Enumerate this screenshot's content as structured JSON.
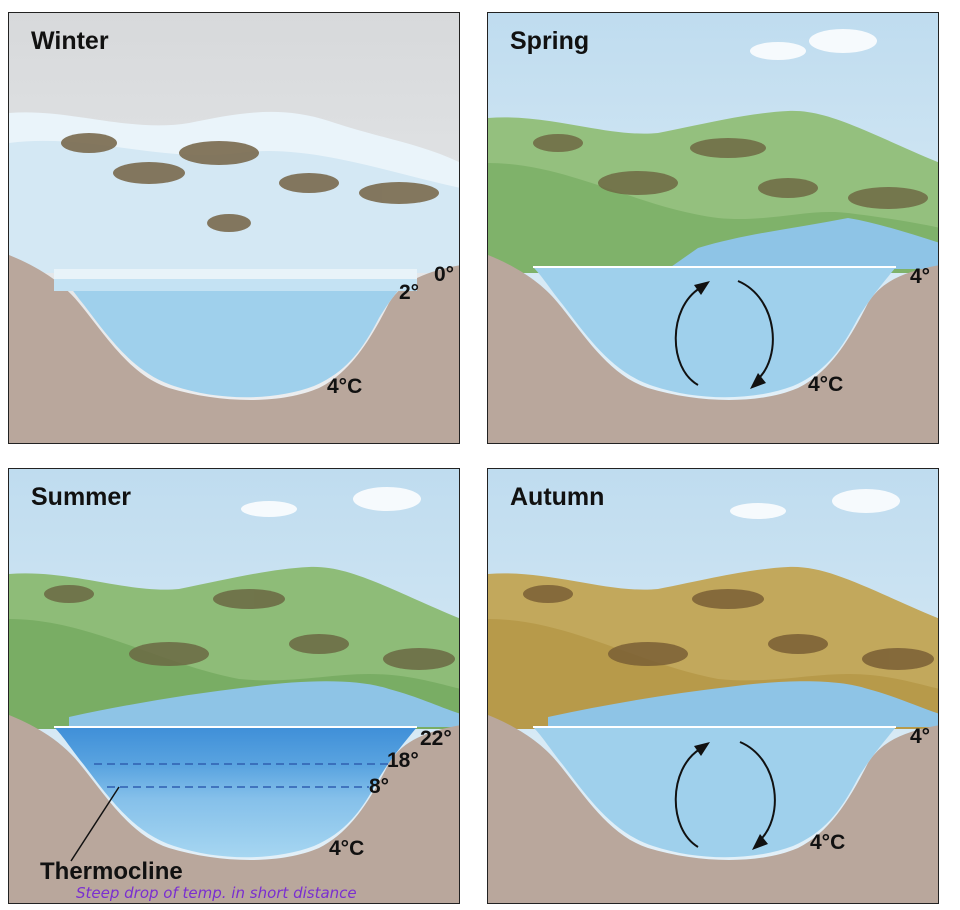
{
  "panels": {
    "winter": {
      "title": "Winter",
      "surface_temp": "0°",
      "upper_temp": "2°",
      "bottom_temp": "4°C"
    },
    "spring": {
      "title": "Spring",
      "surface_temp": "4°",
      "bottom_temp": "4°C"
    },
    "summer": {
      "title": "Summer",
      "surface_temp": "22°",
      "upper_temp": "18°",
      "mid_temp": "8°",
      "bottom_temp": "4°C",
      "thermocline_label": "Thermocline"
    },
    "autumn": {
      "title": "Autumn",
      "surface_temp": "4°",
      "bottom_temp": "4°C"
    }
  },
  "annotation": "Steep drop of temp. in short distance",
  "colors": {
    "sky": "#cfe6f2",
    "ground": "#b9a79c",
    "water": "#9fd0ec",
    "summer_water_top": "#3f8fd8",
    "hills_green": "#7fb26a",
    "hills_autumn": "#b79a4a",
    "snow": "#eef6fb",
    "handwriting": "#7a2fd0"
  }
}
